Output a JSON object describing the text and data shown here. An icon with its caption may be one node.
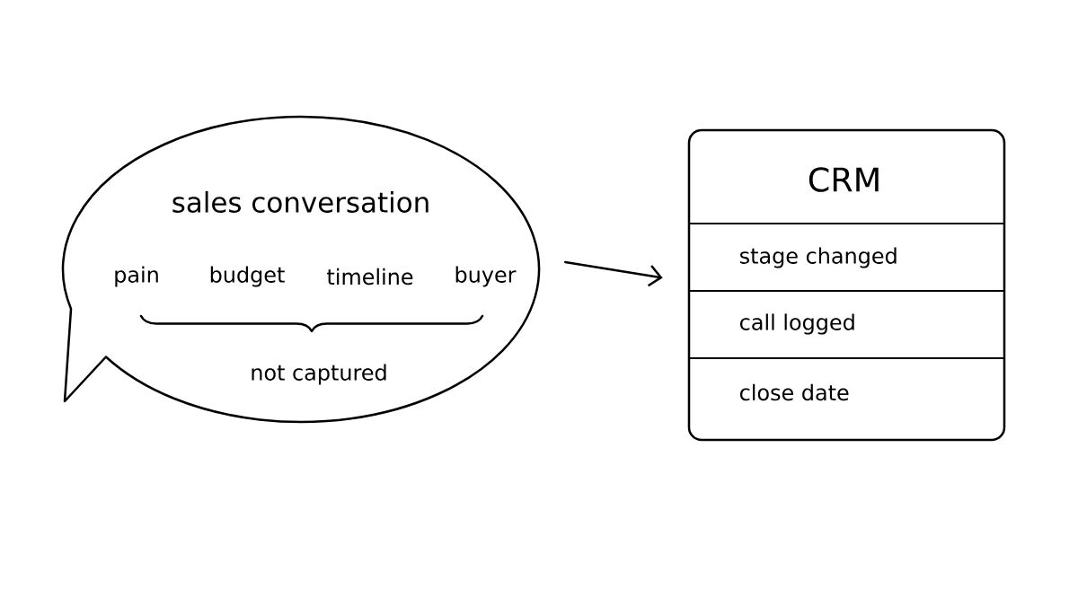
{
  "diagram": {
    "nodes": [
      {
        "text": [
          "sales conversation",
          "pain",
          "budget",
          "timeline",
          "buyer",
          "not captured"
        ]
      },
      {
        "text": [
          "CRM",
          "stage changed",
          "call logged",
          "close date"
        ]
      }
    ],
    "edges": [
      {
        "from": 0,
        "to": 1,
        "arrow": "to"
      }
    ]
  }
}
